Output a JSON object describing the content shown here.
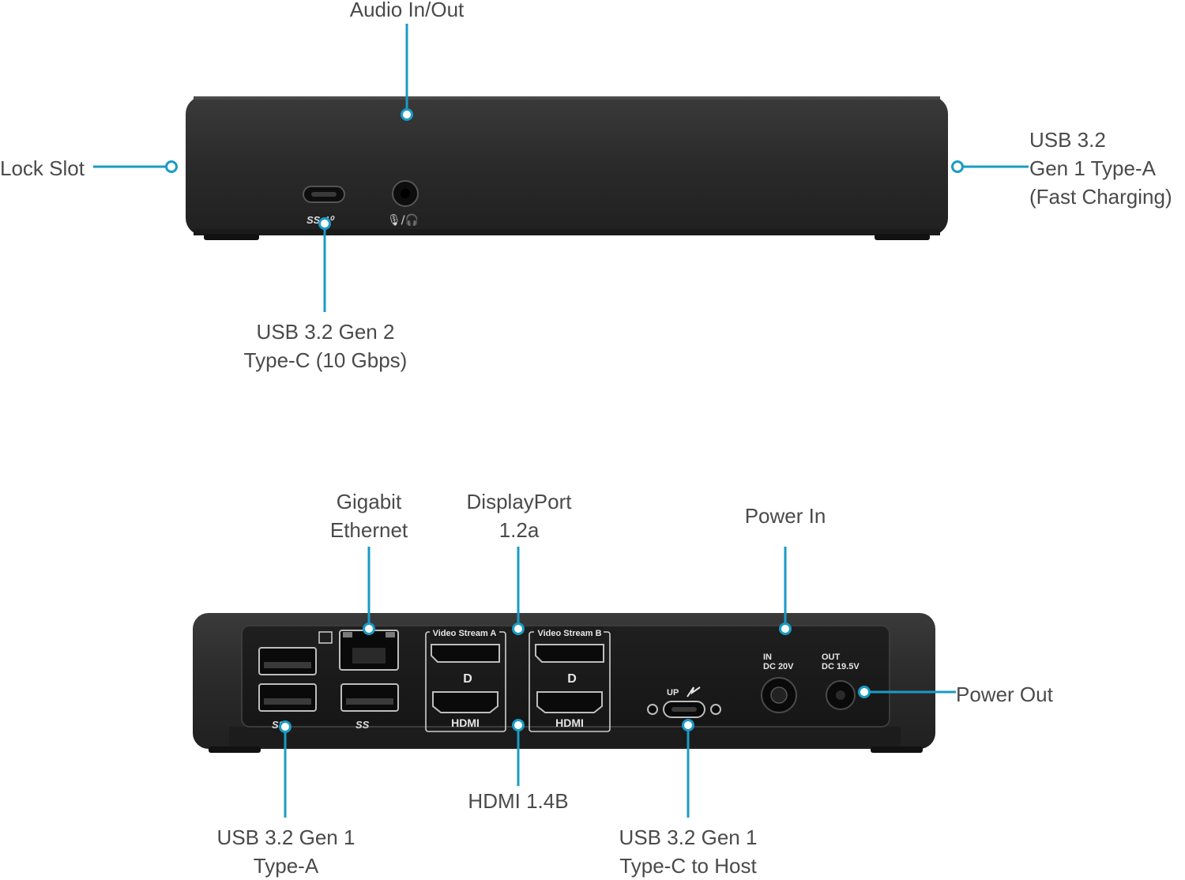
{
  "colors": {
    "leader": "#1a9bc4",
    "device": "#2b2b2b",
    "label": "#4a4a4a"
  },
  "front_view": {
    "callouts": {
      "audio": {
        "lines": [
          "Audio In/Out"
        ]
      },
      "lock": {
        "lines": [
          "Lock Slot"
        ]
      },
      "usba_fast": {
        "lines": [
          "USB 3.2",
          "Gen 1 Type-A",
          "(Fast Charging)"
        ]
      },
      "usbc_gen2": {
        "lines": [
          "USB 3.2 Gen 2",
          "Type-C (10 Gbps)"
        ]
      }
    },
    "port_marks": {
      "ss10": "SS⁻¹⁰",
      "audio_icon": "🎙/🎧"
    }
  },
  "rear_view": {
    "callouts": {
      "ethernet": {
        "lines": [
          "Gigabit",
          "Ethernet"
        ]
      },
      "displayport": {
        "lines": [
          "DisplayPort",
          "1.2a"
        ]
      },
      "power_in": {
        "lines": [
          "Power In"
        ]
      },
      "power_out": {
        "lines": [
          "Power Out"
        ]
      },
      "hdmi": {
        "lines": [
          "HDMI 1.4B"
        ]
      },
      "usba": {
        "lines": [
          "USB 3.2 Gen 1",
          "Type-A"
        ]
      },
      "usbc_host": {
        "lines": [
          "USB 3.2 Gen 1",
          "Type-C to Host"
        ]
      }
    },
    "port_marks": {
      "video_a": "Video Stream A",
      "video_b": "Video Stream B",
      "hdmi": "HDMI",
      "dp": "D",
      "up": "UP",
      "in": "IN",
      "dc20": "DC 20V",
      "out": "OUT",
      "dc195": "DC 19.5V",
      "ss": "SS"
    }
  }
}
